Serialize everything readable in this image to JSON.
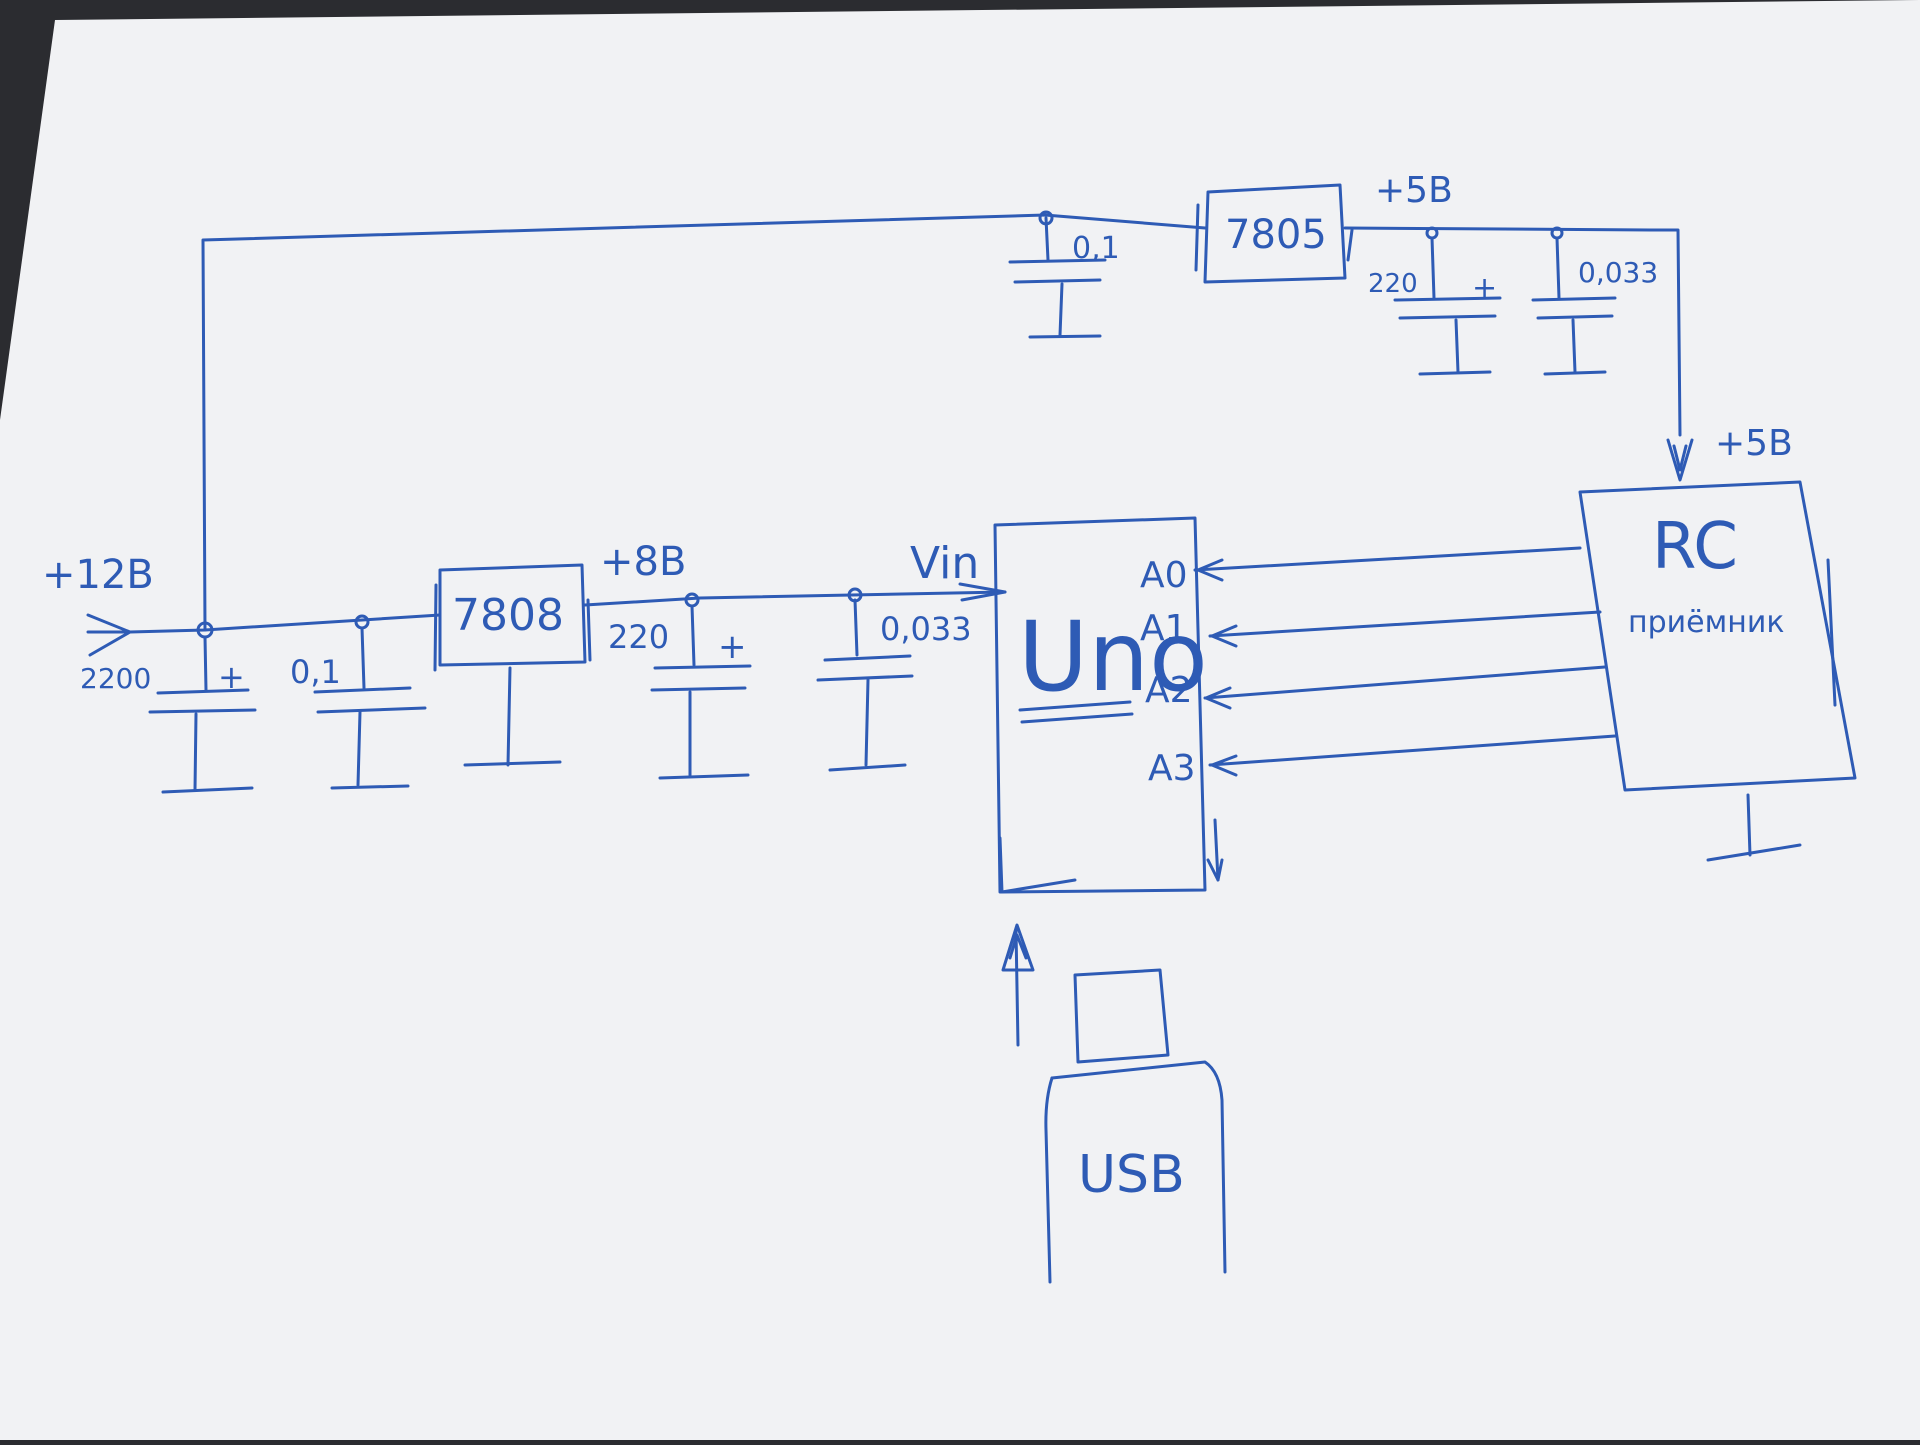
{
  "colors": {
    "ink": "#2e5bb5",
    "paper": "#f1f2f4",
    "desk": "#2b2c30"
  },
  "supply": {
    "input_label": "+12В",
    "input_cap_value": "2200",
    "input_cap_polarity": "+",
    "input_filter_cap": "0,1"
  },
  "reg_7808": {
    "label": "7808",
    "output_label": "+8В",
    "out_cap_value": "220",
    "out_cap_polarity": "+",
    "vin_cap_value": "0,033"
  },
  "reg_7805": {
    "label": "7805",
    "input_cap_value": "0,1",
    "output_label": "+5В",
    "out_cap_value": "220",
    "out_cap_polarity": "+",
    "out_filter_cap": "0,033"
  },
  "uno": {
    "label": "Uno",
    "vin_label": "Vin",
    "pins": [
      "A0",
      "A1",
      "A2",
      "A3"
    ]
  },
  "receiver": {
    "label": "RC",
    "sublabel": "приёмник",
    "power_label": "+5В"
  },
  "usb": {
    "label": "USB"
  }
}
